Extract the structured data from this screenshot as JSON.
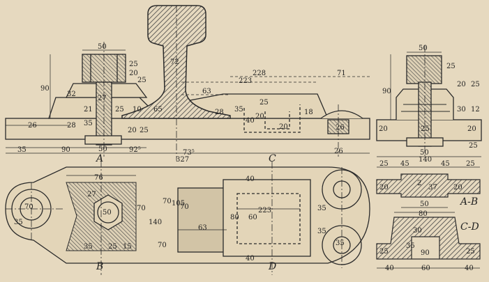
{
  "colors": {
    "paper": "#e6d9bf",
    "ink": "#2a2a2a",
    "hatch": "#555555"
  },
  "section_labels": {
    "a": "A",
    "b": "B",
    "c": "C",
    "d": "D",
    "ab": "A-B",
    "cd": "C-D"
  },
  "front_view": {
    "d_50_top": "50",
    "d_25_a": "25",
    "d_20_a": "20",
    "d_25_b": "25",
    "d_90": "90",
    "d_72": "72",
    "d_228": "228",
    "d_223": "223",
    "d_71": "71",
    "d_63": "63",
    "d_32": "32",
    "d_27": "27",
    "d_25_c": "25",
    "d_21": "21",
    "d_10": "10",
    "d_65": "65",
    "d_28": "28",
    "d_35_a": "35",
    "d_25_d": "25",
    "d_20_b": "20",
    "d_40": "40",
    "d_18": "18",
    "d_20_c": "20",
    "d_26_a": "26",
    "d_28_b": "28",
    "d_35_b": "35",
    "d_20_d": "20",
    "d_25_e": "25",
    "d_26_b": "26",
    "d_35_c": "35",
    "d_90_b": "90",
    "d_50_b": "50",
    "d_925": "92⁵",
    "d_735": "73⁵",
    "d_327": "327",
    "d_26_c": "26"
  },
  "plan_view": {
    "d_76": "76",
    "d_27": "27",
    "d_70_a": "70",
    "d_35_a": "35",
    "d_50": "50",
    "d_70_b": "70",
    "d_140": "140",
    "d_70_c": "70",
    "d_70_d": "70",
    "d_70_e": "70",
    "d_105": "105",
    "d_223": "223",
    "d_63": "63",
    "d_40_a": "40",
    "d_40_b": "40",
    "d_80": "80",
    "d_60": "60",
    "d_35_b": "35",
    "d_35_c": "35",
    "d_35_d": "35",
    "d_25": "25",
    "d_35_e": "35",
    "d_15": "15"
  },
  "side_view": {
    "d_50": "50",
    "d_25_a": "25",
    "d_20_a": "20",
    "d_25_b": "25",
    "d_90": "90",
    "d_30": "30",
    "d_12": "12",
    "d_20_b": "20",
    "d_25_c": "25",
    "d_20_c": "20",
    "d_25_d": "25",
    "d_50_b": "50",
    "d_140": "140"
  },
  "section_ab": {
    "d_25_a": "25",
    "d_45_a": "45",
    "d_45_b": "45",
    "d_25_b": "25",
    "d_20_a": "20",
    "d_2": "2",
    "d_37": "37",
    "d_20_b": "20",
    "d_50": "50"
  },
  "section_cd": {
    "d_80": "80",
    "d_25_a": "25",
    "d_35": "35",
    "d_30": "30",
    "d_25_b": "25",
    "d_90": "90",
    "d_40_a": "40",
    "d_60": "60",
    "d_40_b": "40"
  }
}
